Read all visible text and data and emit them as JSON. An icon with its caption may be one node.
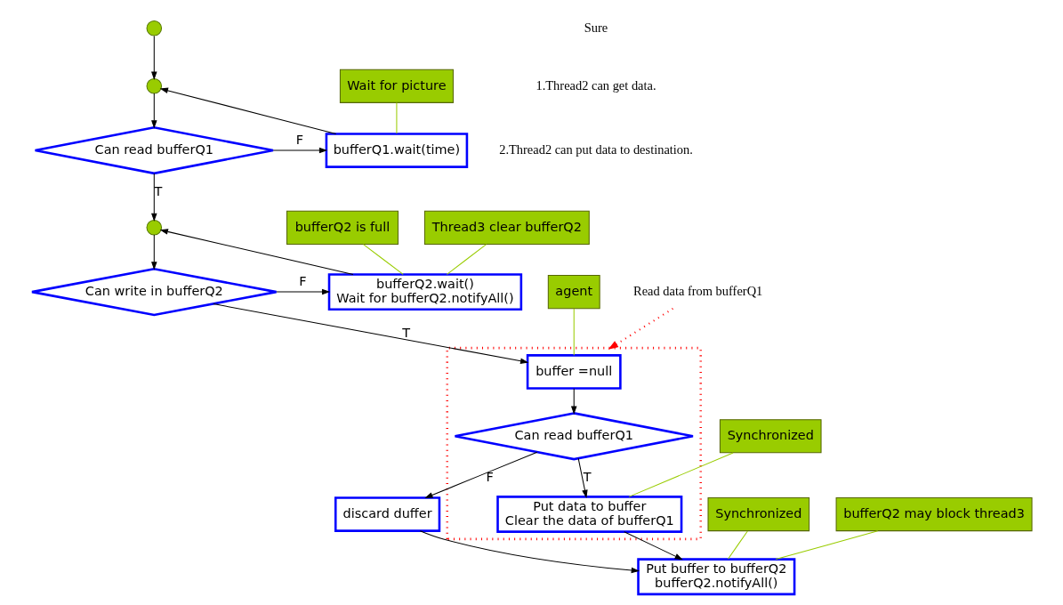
{
  "diagram": {
    "nodes": [
      {
        "text": [],
        "shape": "circle"
      },
      {
        "text": [],
        "shape": "circle"
      },
      {
        "text": [
          "Can read bufferQ1"
        ]
      },
      {
        "text": [
          "bufferQ1.wait(time)"
        ]
      },
      {
        "text": [],
        "shape": "circle"
      },
      {
        "text": [
          "Can write in bufferQ2"
        ]
      },
      {
        "text": [
          "bufferQ2.wait()",
          "Wait for bufferQ2.notifyAll()"
        ]
      },
      {
        "text": [],
        "shape": "box"
      },
      {
        "text": [
          "buffer =null"
        ],
        "in": 7
      },
      {
        "text": [
          "Can read bufferQ1"
        ],
        "in": 7
      },
      {
        "text": [
          "Put data to buffer",
          "Clear the data of bufferQ1"
        ],
        "in": 7
      },
      {
        "text": [
          "discard duffer"
        ]
      },
      {
        "text": [
          "Put buffer to bufferQ2",
          "bufferQ2.notifyAll()"
        ]
      },
      {
        "text": [
          "Wait for picture"
        ]
      },
      {
        "text": [
          "bufferQ2 is full"
        ]
      },
      {
        "text": [
          "Thread3 clear bufferQ2"
        ]
      },
      {
        "text": [
          "agent"
        ]
      },
      {
        "text": [
          "Synchronized"
        ]
      },
      {
        "text": [
          "Synchronized"
        ]
      },
      {
        "text": [
          "bufferQ2 may block thread3"
        ]
      },
      {
        "text": [
          "Read data from bufferQ1"
        ]
      }
    ],
    "edges": [
      {
        "from": 0,
        "to": 1,
        "arrow": "to"
      },
      {
        "from": 1,
        "to": 2,
        "arrow": "to"
      },
      {
        "from": 2,
        "to": 3,
        "arrow": "to",
        "label": "F"
      },
      {
        "from": 3,
        "to": 1,
        "arrow": "to"
      },
      {
        "from": 2,
        "to": 4,
        "arrow": "to",
        "label": "T"
      },
      {
        "from": 4,
        "to": 5,
        "arrow": "to"
      },
      {
        "from": 5,
        "to": 6,
        "arrow": "to",
        "label": "F"
      },
      {
        "from": 6,
        "to": 4,
        "arrow": "to"
      },
      {
        "from": 5,
        "to": 8,
        "arrow": "to",
        "label": "T"
      },
      {
        "from": 8,
        "to": 9,
        "arrow": "to"
      },
      {
        "from": 9,
        "to": 11,
        "arrow": "to",
        "label": "F"
      },
      {
        "from": 9,
        "to": 10,
        "arrow": "to",
        "label": "T"
      },
      {
        "from": 10,
        "to": 12,
        "arrow": "to"
      },
      {
        "from": 11,
        "to": 12,
        "arrow": "to"
      },
      {
        "from": 13,
        "to": 3,
        "arrow": "none",
        "color": "#99cc00"
      },
      {
        "from": 14,
        "to": 6,
        "arrow": "none",
        "color": "#99cc00"
      },
      {
        "from": 15,
        "to": 6,
        "arrow": "none",
        "color": "#99cc00"
      },
      {
        "from": 16,
        "to": 8,
        "arrow": "none",
        "color": "#99cc00"
      },
      {
        "from": 17,
        "to": 10,
        "arrow": "none",
        "color": "#99cc00"
      },
      {
        "from": 18,
        "to": 12,
        "arrow": "none",
        "color": "#99cc00"
      },
      {
        "from": 19,
        "to": 12,
        "arrow": "none",
        "color": "#99cc00"
      },
      {
        "from": 20,
        "to": 7,
        "arrow": "to",
        "color": "#ff0000",
        "style": "dashed"
      }
    ],
    "labels": [
      "Sure",
      "1.Thread2 can get data.",
      "2.Thread2 can put data to destination."
    ]
  }
}
